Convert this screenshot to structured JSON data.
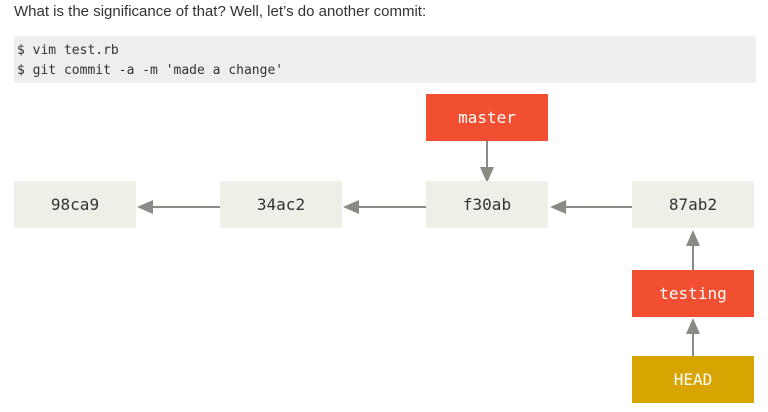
{
  "intro": {
    "text": "What is the significance of that? Well, let’s do another commit:"
  },
  "code": {
    "lines": [
      "$ vim test.rb",
      "$ git commit -a -m 'made a change'"
    ]
  },
  "diagram": {
    "commits": [
      {
        "id": "98ca9"
      },
      {
        "id": "34ac2"
      },
      {
        "id": "f30ab"
      },
      {
        "id": "87ab2"
      }
    ],
    "branches": [
      {
        "label": "master"
      },
      {
        "label": "testing"
      }
    ],
    "head": {
      "label": "HEAD"
    },
    "colors": {
      "commit_fill": "#f0efe7",
      "branch_fill": "#f14e32",
      "head_fill": "#d8a400",
      "arrow": "#8c8a84"
    }
  }
}
